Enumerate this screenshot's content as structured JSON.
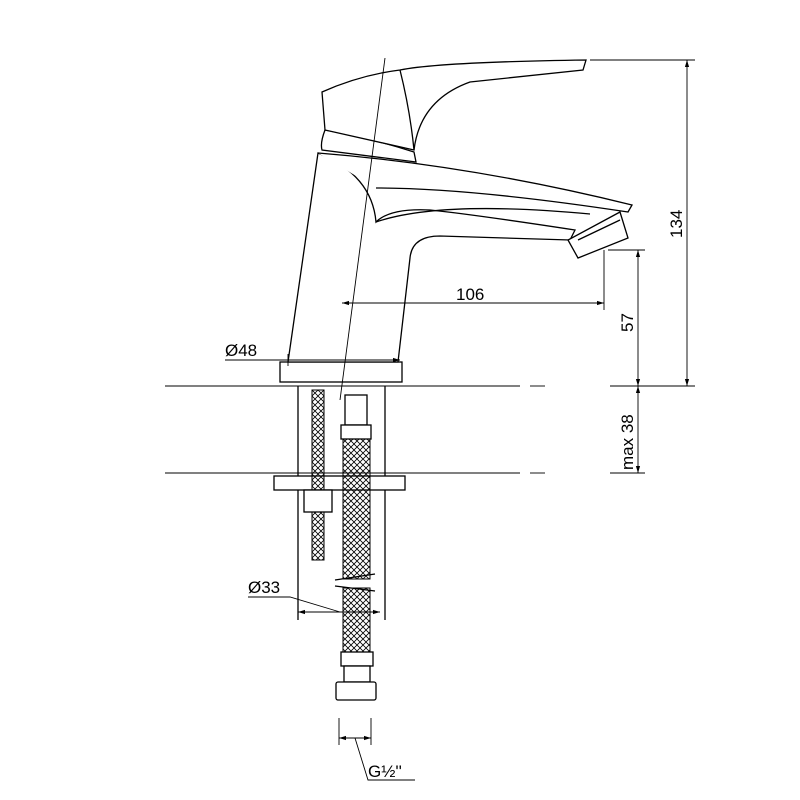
{
  "drawing": {
    "title": "Basin mixer tap dimension drawing",
    "dimensions": {
      "spout_reach": "106",
      "total_height": "134",
      "spout_height": "57",
      "max_counter_thickness": "max 38",
      "base_diameter": "Ø48",
      "shank_diameter": "Ø33",
      "connection_thread": "G½''"
    },
    "colors": {
      "line": "#000000",
      "background": "#ffffff"
    }
  }
}
